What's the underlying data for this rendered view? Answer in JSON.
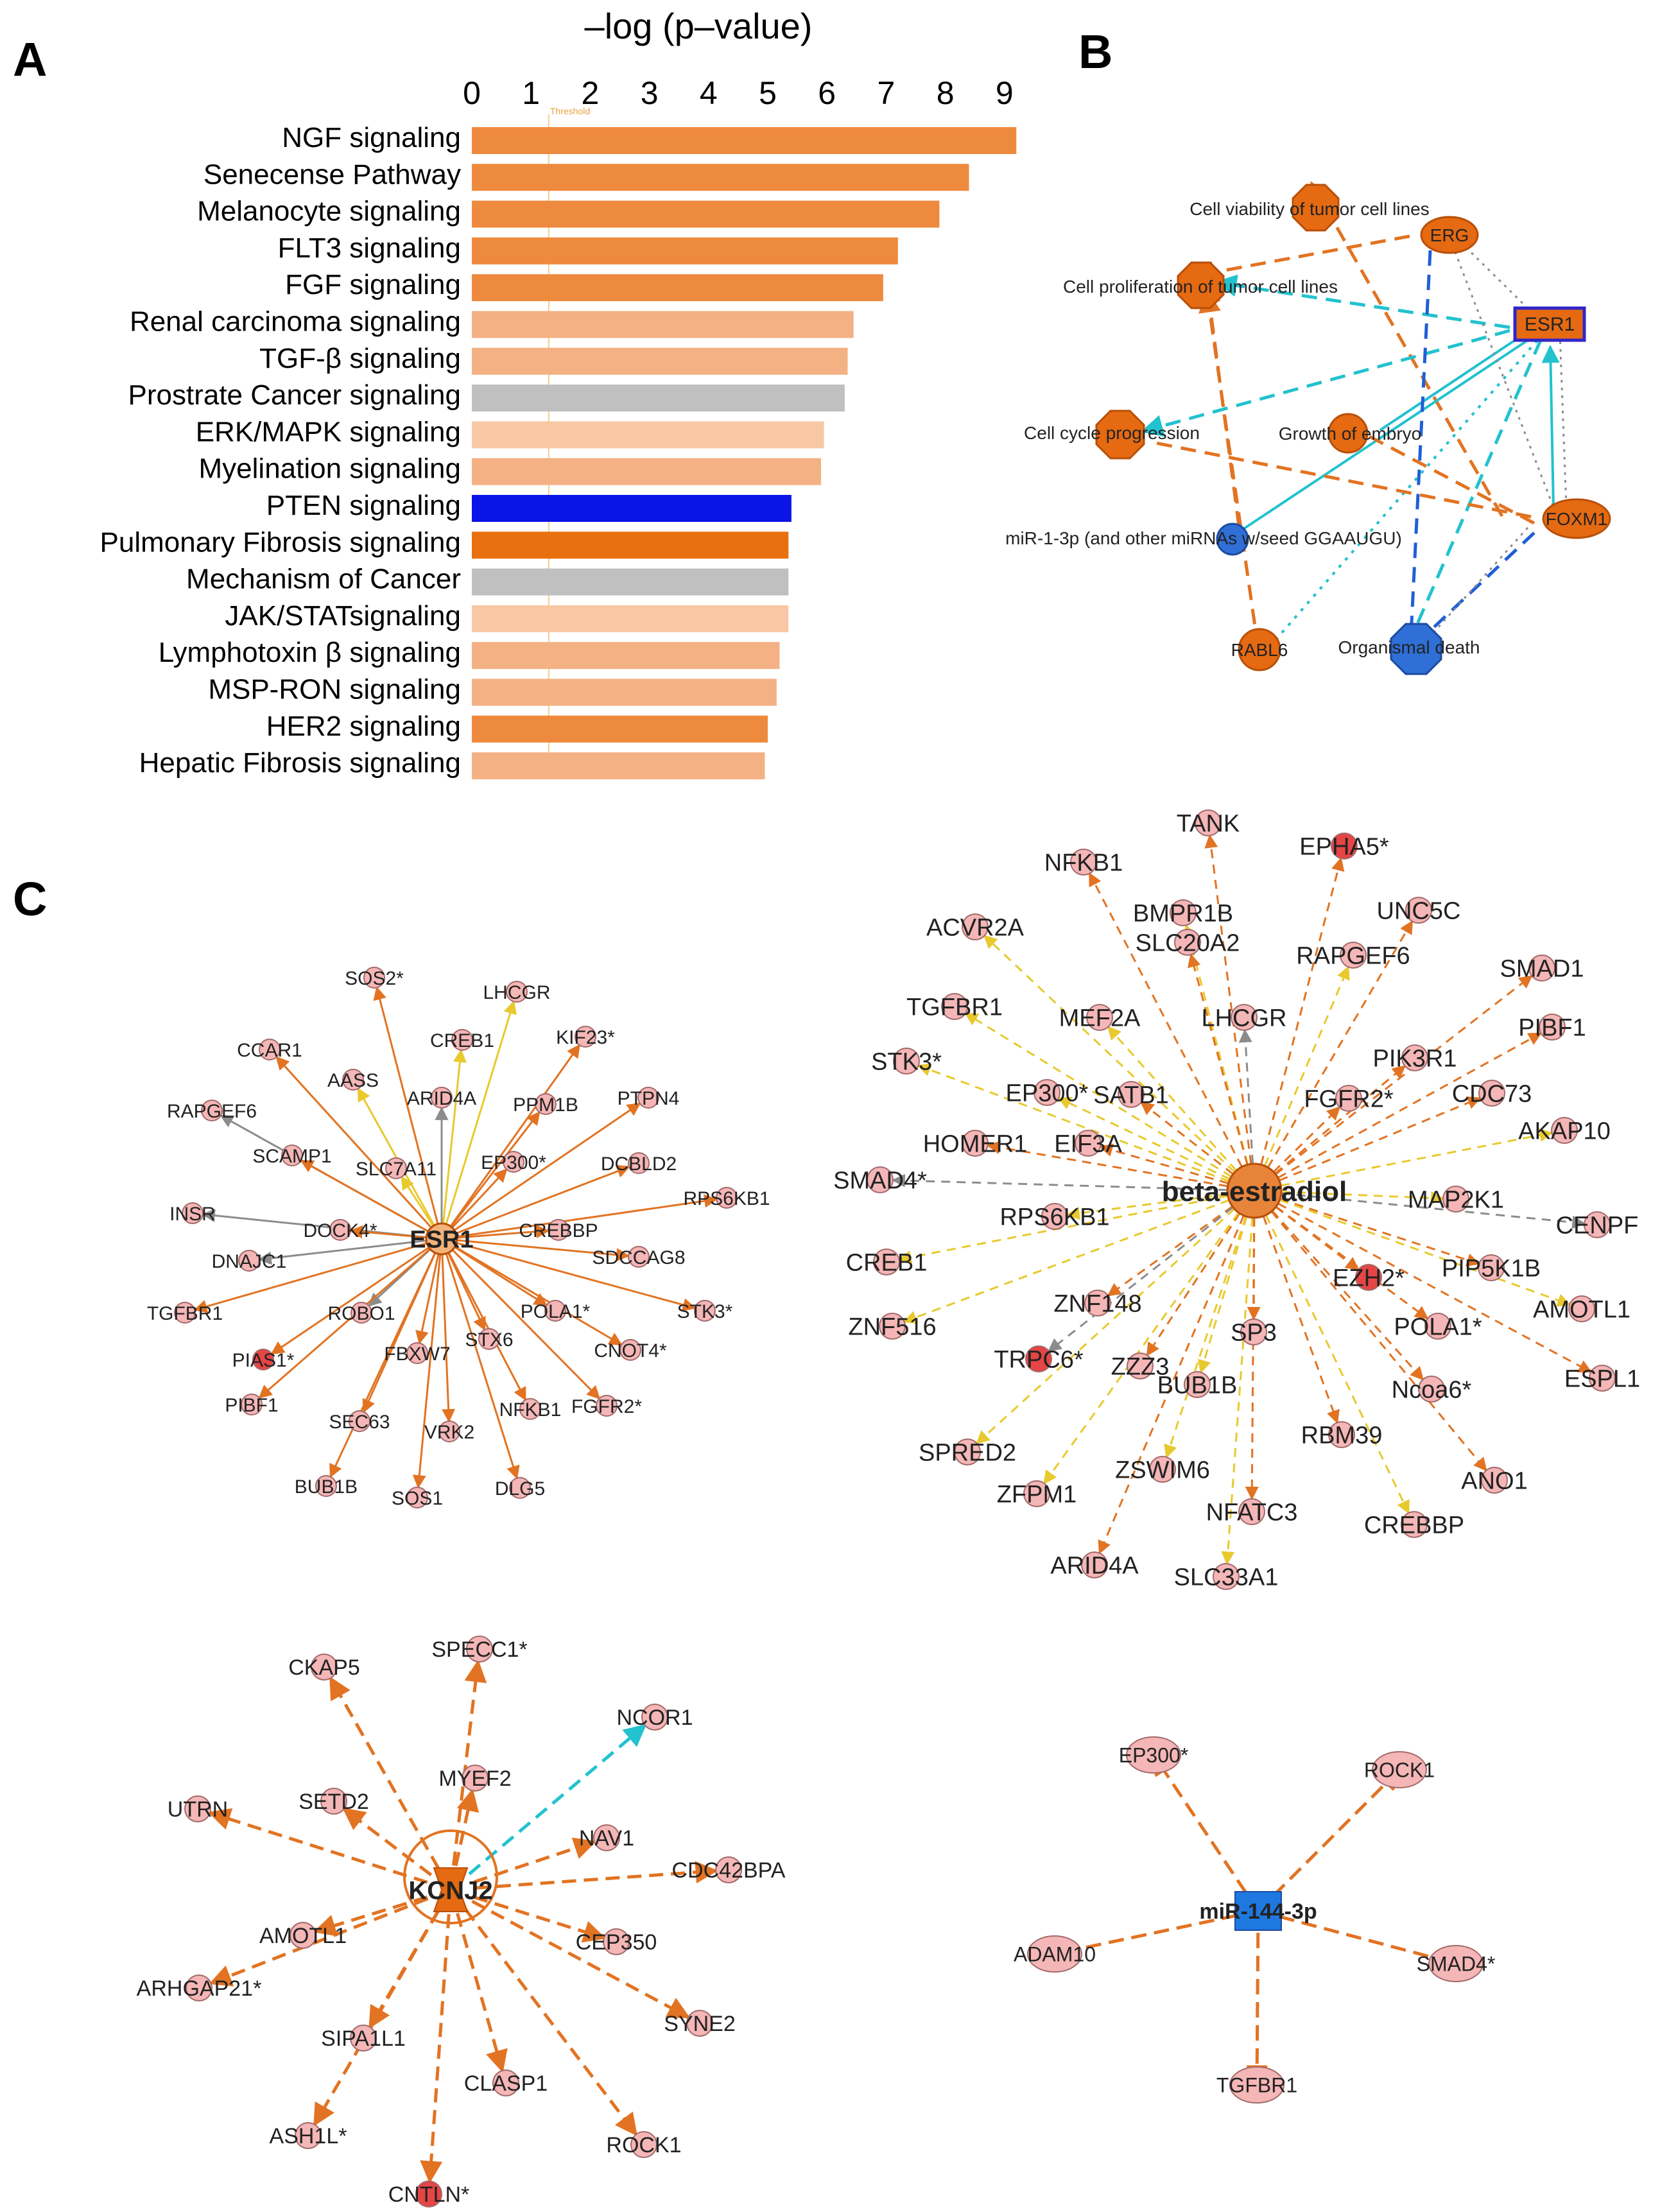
{
  "panels": {
    "a": "A",
    "b": "B",
    "c": "C"
  },
  "colors": {
    "orange": "#ee8a3e",
    "light_orange": "#f4b183",
    "pale_orange": "#f8c8a4",
    "dark_orange": "#e8700f",
    "gray": "#c0c0c0",
    "blue": "#0a14e6",
    "node_orange": "#e56a12",
    "node_blue": "#2f6fd6",
    "node_pink": "#f4b6b6",
    "node_red": "#e64545",
    "edge_orange": "#e27322",
    "edge_yellow": "#e8d33a",
    "edge_gray": "#8c8c8c",
    "edge_cyan": "#22c2cf",
    "edge_blue": "#1f5fd6"
  },
  "chart_data": {
    "type": "bar",
    "orientation": "horizontal",
    "title": "–log (p–value)",
    "xlim": [
      0,
      9.3
    ],
    "xticks": [
      0,
      1,
      2,
      3,
      4,
      5,
      6,
      7,
      8,
      9
    ],
    "threshold": {
      "value": 1.3,
      "label": "Threshold"
    },
    "categories": [
      "NGF signaling",
      "Senecense Pathway",
      "Melanocyte signaling",
      "FLT3 signaling",
      "FGF signaling",
      "Renal carcinoma signaling",
      "TGF-β signaling",
      "Prostrate Cancer signaling",
      "ERK/MAPK signaling",
      "Myelination  signaling",
      "PTEN signaling",
      "Pulmonary Fibrosis signaling",
      "Mechanism of Cancer",
      "JAK/STATsignaling",
      "Lymphotoxin β  signaling",
      "MSP-RON signaling",
      "HER2 signaling",
      "Hepatic Fibrosis signaling"
    ],
    "values": [
      9.2,
      8.4,
      7.9,
      7.2,
      6.95,
      6.45,
      6.35,
      6.3,
      5.95,
      5.9,
      5.4,
      5.35,
      5.35,
      5.35,
      5.2,
      5.15,
      5.0,
      4.95
    ],
    "bar_colors": [
      "orange",
      "orange",
      "orange",
      "orange",
      "orange",
      "light_orange",
      "light_orange",
      "gray",
      "pale_orange",
      "light_orange",
      "blue",
      "dark_orange",
      "gray",
      "pale_orange",
      "light_orange",
      "light_orange",
      "orange",
      "light_orange"
    ]
  },
  "network_b": {
    "nodes": [
      {
        "label": "Cell viability of tumor cell lines",
        "shape": "octagon",
        "color": "node_orange"
      },
      {
        "label": "ERG",
        "shape": "ellipse",
        "color": "node_orange"
      },
      {
        "label": "Cell proliferation of tumor cell lines",
        "shape": "octagon",
        "color": "node_orange"
      },
      {
        "label": "ESR1",
        "shape": "box",
        "color": "node_orange"
      },
      {
        "label": "Cell cycle progression",
        "shape": "octagon",
        "color": "node_orange"
      },
      {
        "label": "Growth of embryo",
        "shape": "circle",
        "color": "node_orange"
      },
      {
        "label": "miR-1-3p (and other miRNAs w/seed GGAAUGU)",
        "shape": "circle",
        "color": "node_blue"
      },
      {
        "label": "FOXM1",
        "shape": "ellipse",
        "color": "node_orange"
      },
      {
        "label": "RABL6",
        "shape": "circle",
        "color": "node_orange"
      },
      {
        "label": "Organismal death",
        "shape": "octagon",
        "color": "node_blue"
      }
    ]
  },
  "network_esr1": {
    "center": "ESR1",
    "nodes": [
      "SOS2*",
      "LHCGR",
      "CCAR1",
      "CREB1",
      "KIF23*",
      "AASS",
      "ARID4A",
      "PPM1B",
      "PTPN4",
      "RAPGEF6",
      "SCAMP1",
      "SLC7A11",
      "EP300*",
      "DCBLD2",
      "RPS6KB1",
      "INSR",
      "DOCK4*",
      "CREBBP",
      "SDCCAG8",
      "DNAJC1",
      "TGFBR1",
      "ROBO1",
      "POLA1*",
      "STK3*",
      "CNOT4*",
      "PIAS1*",
      "FBXW7",
      "STX6",
      "PIBF1",
      "SEC63",
      "NFKB1",
      "FGFR2*",
      "VRK2",
      "BUB1B",
      "SOS1",
      "DLG5"
    ]
  },
  "network_estradiol": {
    "center": "beta-estradiol",
    "nodes": [
      "TANK",
      "NFKB1",
      "EPHA5*",
      "BMPR1B",
      "UNC5C",
      "ACVR2A",
      "SLC20A2",
      "RAPGEF6",
      "SMAD1",
      "TGFBR1",
      "MEF2A",
      "LHCGR",
      "PIBF1",
      "PIK3R1",
      "STK3*",
      "EP300*",
      "SATB1",
      "FGFR2*",
      "CDC73",
      "HOMER1",
      "EIF3A",
      "AKAP10",
      "SMAD4*",
      "MAP2K1",
      "CENPF",
      "RPS6KB1",
      "CREB1",
      "PIP5K1B",
      "EZH2*",
      "ZNF148",
      "AMOTL1",
      "ZNF516",
      "SP3",
      "POLA1*",
      "TRPC6*",
      "ZZZ3",
      "ESPL1",
      "BUB1B",
      "Ncoa6*",
      "SPRED2",
      "RBM39",
      "ZFPM1",
      "ZSWIM6",
      "ANO1",
      "NFATC3",
      "CREBBP",
      "ARID4A",
      "SLC33A1"
    ]
  },
  "network_kcnj2": {
    "center": "KCNJ2",
    "nodes": [
      "CKAP5",
      "SPECC1*",
      "NCOR1",
      "MYEF2",
      "UTRN",
      "SETD2",
      "NAV1",
      "CDC42BPA",
      "AMOTL1",
      "CEP350",
      "ARHGAP21*",
      "SIPA1L1",
      "SYNE2",
      "CLASP1",
      "ASH1L*",
      "ROCK1",
      "CNTLN*"
    ]
  },
  "network_mir144": {
    "center": "miR-144-3p",
    "nodes": [
      "EP300*",
      "ROCK1",
      "ADAM10",
      "SMAD4*",
      "TGFBR1"
    ]
  }
}
